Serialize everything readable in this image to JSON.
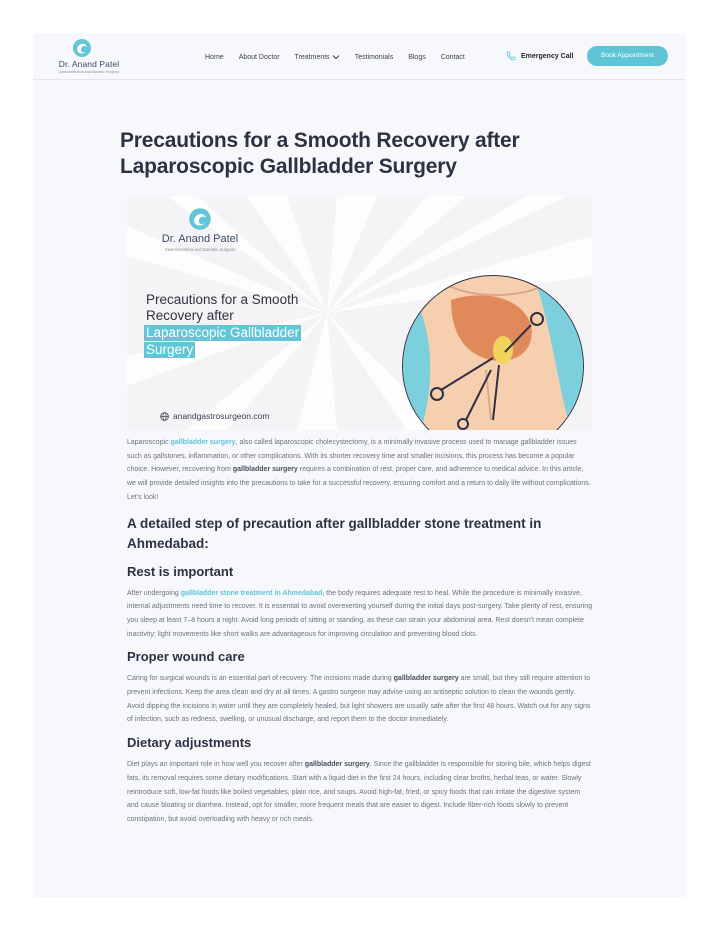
{
  "header": {
    "logo_name": "Dr. Anand Patel",
    "logo_sub": "Gastrointestinal and Bariatric Surgeon",
    "nav": [
      "Home",
      "About Doctor",
      "Treatments",
      "Testimonials",
      "Blogs",
      "Contact"
    ],
    "emergency_label": "Emergency Call",
    "book_label": "Book Appointment"
  },
  "title": "Precautions for a Smooth Recovery after Laparoscopic Gallbladder Surgery",
  "hero": {
    "logo_name": "Dr. Anand Patel",
    "logo_sub": "Gastrointestinal and Bariatric Surgeon",
    "line1": "Precautions for a Smooth",
    "line2": "Recovery after",
    "highlight1": "Laparoscopic Gallbladder",
    "highlight2": "Surgery",
    "url": "anandgastrosurgeon.com"
  },
  "intro": {
    "t1": "Laparoscopic ",
    "link": "gallbladder surgery",
    "t2": ", also called laparoscopic cholecystectomy, is a minimally invasive process used to manage gallbladder issues such as gallstones, inflammation, or other complications. With its shorter recovery time and smaller incisions, this process has become a popular choice. However, recovering from ",
    "bold": "gallbladder surgery",
    "t3": " requires a combination of rest, proper care, and adherence to medical advice. In this article, we will provide detailed insights into the precautions to take for a successful recovery, ensuring comfort and a return to daily life without complications. Let's look!"
  },
  "section_heading": "A detailed step of precaution after gallbladder stone treatment in Ahmedabad:",
  "rest": {
    "heading": "Rest is important",
    "t1": "After undergoing ",
    "link": "gallbladder stone treatment in Ahmedabad",
    "t2": ", the body requires adequate rest to heal. While the procedure is minimally invasive, internal adjustments need time to recover. It is essential to avoid overexerting yourself during the initial days post-surgery. Take plenty of rest, ensuring you sleep at least 7–8 hours a night. Avoid long periods of sitting or standing, as these can strain your abdominal area. Rest doesn't mean complete inactivity; light movements like short walks are advantageous for improving circulation and preventing blood clots."
  },
  "wound": {
    "heading": "Proper wound care",
    "t1": "Caring for surgical wounds is an essential part of recovery. The incisions made during ",
    "bold": "gallbladder surgery",
    "t2": " are small, but they still require attention to prevent infections. Keep the area clean and dry at all times. A gastro surgeon may advise using an antiseptic solution to clean the wounds gently. Avoid dipping the incisions in water until they are completely healed, but light showers are usually safe after the first 48 hours. Watch out for any signs of infection, such as redness, swelling, or unusual discharge, and report them to the doctor immediately."
  },
  "diet": {
    "heading": "Dietary adjustments",
    "t1": "Diet plays an important role in how well you recover after ",
    "bold": "gallbladder surgery",
    "t2": ". Since the gallbladder is responsible for storing bile, which helps digest fats, its removal requires some dietary modifications. Start with a liquid diet in the first 24 hours, including clear broths, herbal teas, or water. Slowly reintroduce soft, low-fat foods like boiled vegetables, plain rice, and soups. Avoid high-fat, fried, or spicy foods that can irritate the digestive system and cause bloating or diarrhea. Instead, opt for smaller, more frequent meals that are easier to digest. Include fiber-rich foods slowly to prevent constipation, but avoid overloading with heavy or rich meals."
  },
  "colors": {
    "accent": "#5ec4d6",
    "heading": "#2f3142",
    "body": "#6d7180",
    "background": "#f7f8fc"
  },
  "icons": [
    "logo-mark-icon",
    "chevron-down-icon",
    "phone-icon",
    "globe-icon"
  ]
}
